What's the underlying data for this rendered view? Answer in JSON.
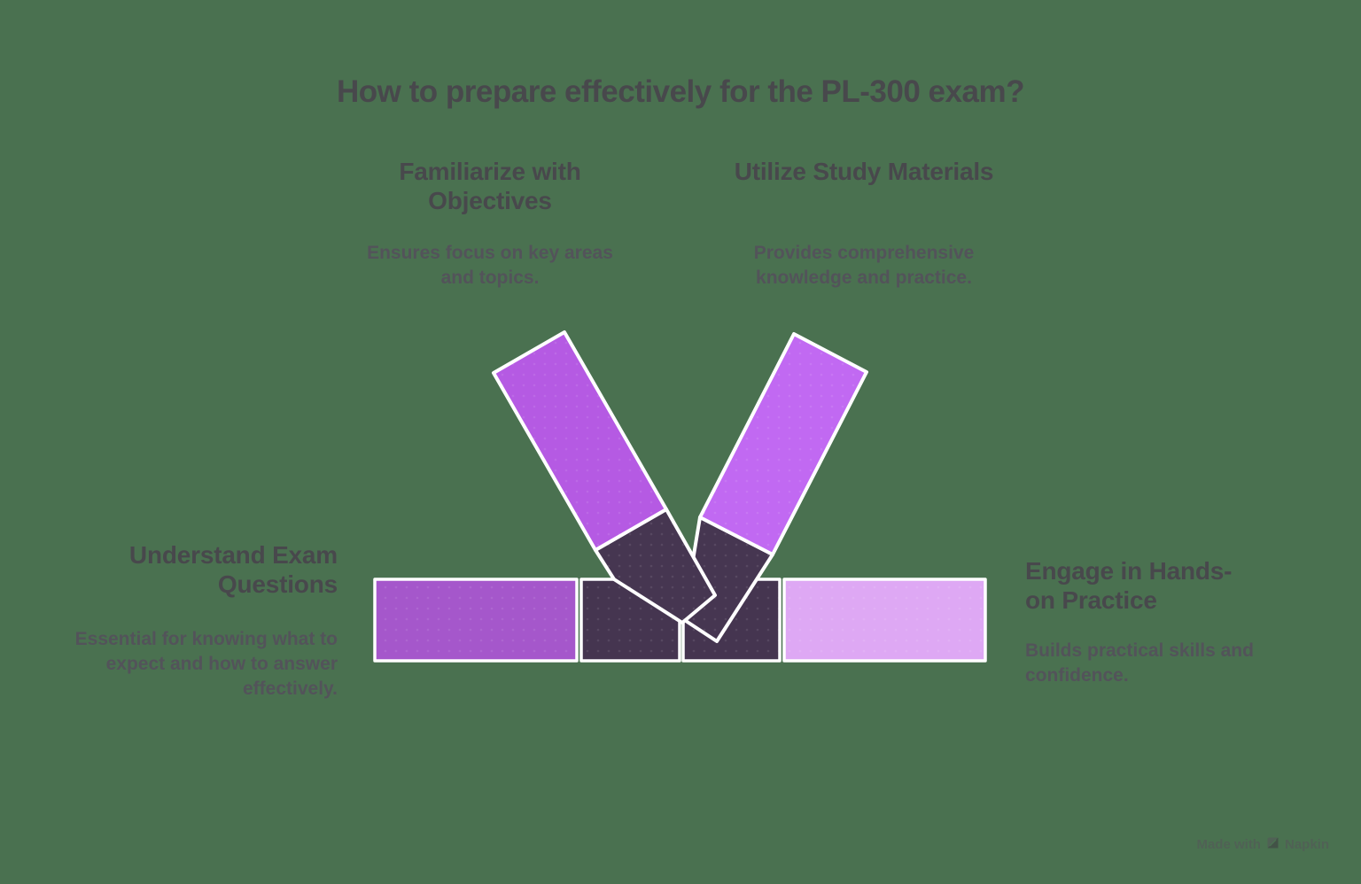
{
  "title": "How to prepare effectively for the PL-300 exam?",
  "sections": {
    "familiarize": {
      "heading": "Familiarize with Objectives",
      "body": "Ensures focus on key areas and topics."
    },
    "materials": {
      "heading": "Utilize Study Materials",
      "body": "Provides comprehensive knowledge and practice."
    },
    "questions": {
      "heading": "Understand Exam Questions",
      "body": "Essential for knowing what to expect and how to answer effectively."
    },
    "practice": {
      "heading": "Engage in Hands-on Practice",
      "body": "Builds practical skills and confidence."
    }
  },
  "graphic": {
    "description": "Two crossed purple marker pens over a four-segment horizontal bar",
    "colors": {
      "background": "#4a7150",
      "outline": "#ffffff",
      "marker_left_body": "#b55ae3",
      "marker_right_body": "#c169f2",
      "marker_tip": "#463651",
      "bar_segment_1": "#a557cb",
      "bar_segment_2": "#453550",
      "bar_segment_3": "#453550",
      "bar_segment_4": "#dea8f4"
    }
  },
  "watermark": {
    "prefix": "Made with",
    "brand": "Napkin"
  }
}
